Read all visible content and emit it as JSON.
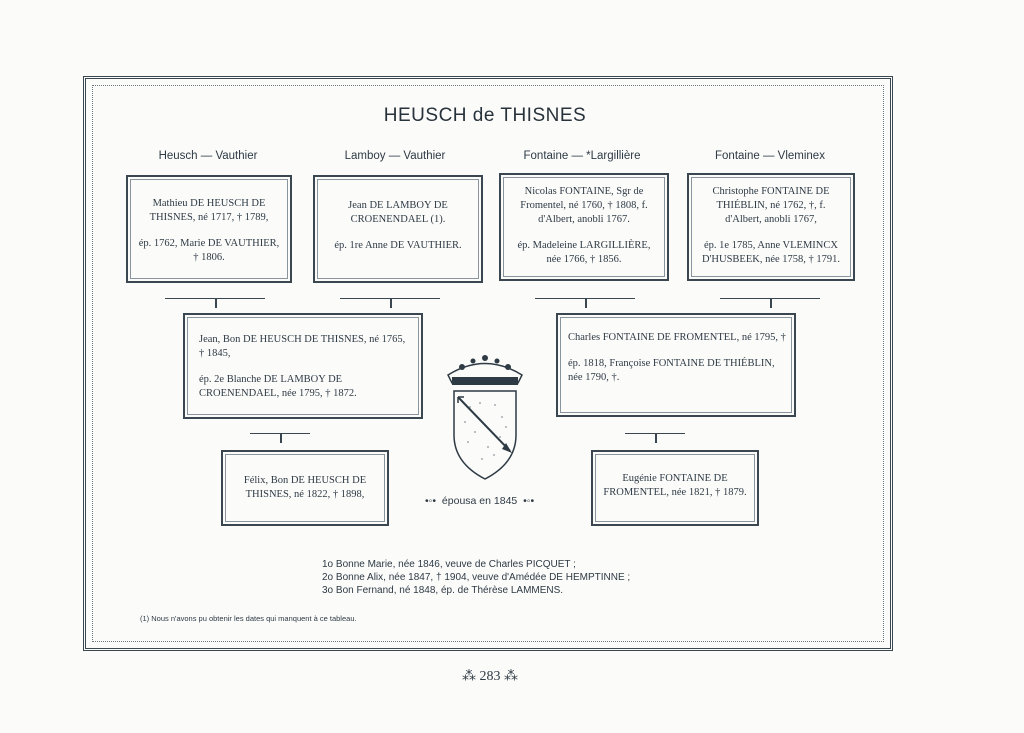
{
  "title": "HEUSCH de THISNES",
  "headers": [
    "Heusch — Vauthier",
    "Lamboy — Vauthier",
    "Fontaine — *Largillière",
    "Fontaine — Vleminex"
  ],
  "boxes": {
    "b1": [
      "Mathieu DE HEUSCH DE THISNES, né 1717, † 1789,",
      "ép. 1762, Marie DE VAUTHIER, † 1806."
    ],
    "b2": [
      "Jean DE LAMBOY DE CROENENDAEL (1).",
      "ép. 1re Anne DE VAUTHIER."
    ],
    "b3": [
      "Nicolas FONTAINE, Sgr de Fromentel, né 1760, † 1808, f. d'Albert, anobli 1767.",
      "ép. Madeleine LARGILLIÈRE, née 1766, † 1856."
    ],
    "b4": [
      "Christophe FONTAINE DE THIÉBLIN, né 1762, †, f. d'Albert, anobli 1767,",
      "ép. 1e 1785, Anne VLEMINCX D'HUSBEEK, née 1758, † 1791."
    ],
    "b5": [
      "Jean, Bon DE HEUSCH DE THISNES, né 1765, † 1845,",
      "ép. 2e Blanche DE LAMBOY DE CROENENDAEL, née 1795, † 1872."
    ],
    "b6": [
      "Charles FONTAINE DE FROMENTEL, né 1795, †",
      "ép. 1818, Françoise FONTAINE DE THIÉBLIN, née 1790, †."
    ],
    "b7": [
      "Félix, Bon DE HEUSCH DE THISNES, né 1822, † 1898,"
    ],
    "b8": [
      "Eugénie FONTAINE DE FROMENTEL, née 1821, † 1879."
    ]
  },
  "epousa": "épousa en 1845",
  "children": [
    "1o Bonne Marie, née 1846, veuve de Charles PICQUET ;",
    "2o Bonne Alix, née 1847, † 1904, veuve d'Amédée DE HEMPTINNE ;",
    "3o Bon Fernand, né 1848, ép. de Thérèse LAMMENS."
  ],
  "note": "(1) Nous n'avons pu obtenir les dates qui manquent à ce tableau.",
  "page_number": "283"
}
